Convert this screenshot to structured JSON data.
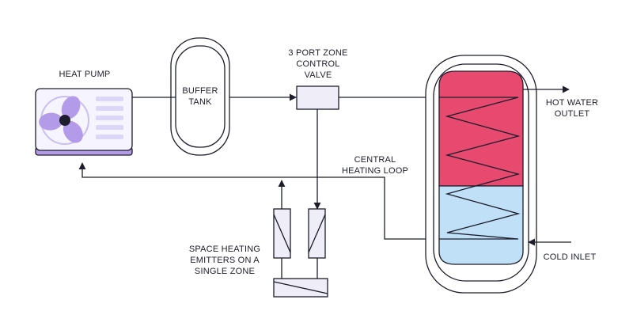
{
  "labels": {
    "heat_pump": "HEAT PUMP",
    "buffer_tank_line1": "BUFFER",
    "buffer_tank_line2": "TANK",
    "valve_line1": "3 PORT ZONE",
    "valve_line2": "CONTROL",
    "valve_line3": "VALVE",
    "hot_water_line1": "HOT WATER",
    "hot_water_line2": "OUTLET",
    "central_heating_line1": "CENTRAL",
    "central_heating_line2": "HEATING LOOP",
    "emitters_line1": "SPACE HEATING",
    "emitters_line2": "EMITTERS ON A",
    "emitters_line3": "SINGLE ZONE",
    "cold_inlet": "COLD INLET"
  },
  "colors": {
    "outline": "#1d1d2b",
    "heat_pump_accent": "#b49bea",
    "heat_pump_panel": "#dcd6f7",
    "heat_pump_body": "#f6f4ff",
    "hot_zone": "#e8496e",
    "cold_zone": "#bfe0f7",
    "component_fill": "#eeedf8"
  }
}
